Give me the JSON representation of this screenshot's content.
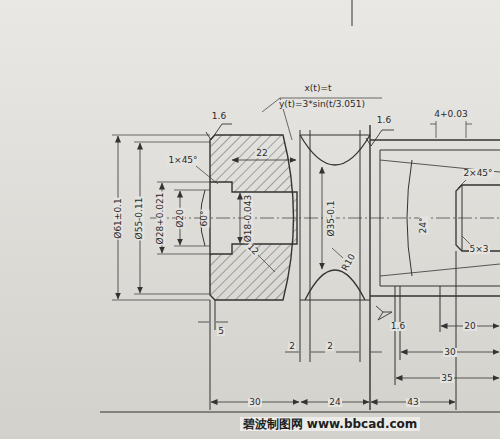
{
  "diagram": {
    "labels": [
      "x(t)=t",
      "y(t)=3*sin(t/3.051)",
      "1.6",
      "1.6",
      "4+0.03",
      "1×45°",
      "22",
      "2×45°",
      "Ø61±0.1",
      "Ø55-0.11",
      "Ø28+0.021",
      "Ø20",
      "60°",
      "Ø18-0.043",
      "12",
      "Ø35-0.1",
      "R10",
      "24°",
      "5×3",
      "5",
      "1.6",
      "2",
      "2",
      "20",
      "30",
      "35",
      "30",
      "24",
      "43",
      "碧波制图网 www.bbcad.com"
    ]
  }
}
